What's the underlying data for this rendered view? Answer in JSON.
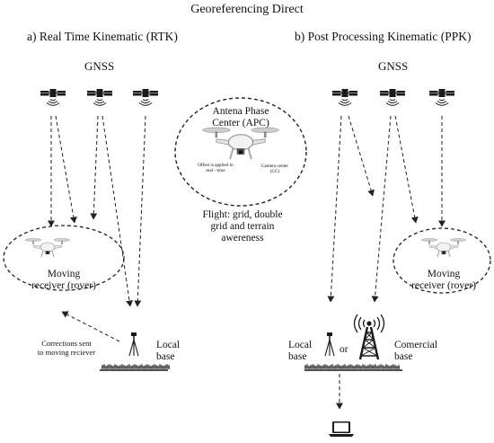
{
  "title": "Georeferencing Direct",
  "sections": {
    "rtk": {
      "title": "a) Real Time Kinematic (RTK)",
      "gnss_label": "GNSS",
      "rover_label": [
        "Moving",
        "receiver (rover)"
      ],
      "base_label": [
        "Local",
        "base"
      ],
      "corrections_label": [
        "Corrections sent",
        "to moving reciever"
      ]
    },
    "ppk": {
      "title": "b) Post Processing Kinematic (PPK)",
      "gnss_label": "GNSS",
      "rover_label": [
        "Moving",
        "receiver (rover)"
      ],
      "local_base_label": [
        "Local",
        "base"
      ],
      "or_label": "or",
      "commercial_base_label": [
        "Comercial",
        "base"
      ]
    }
  },
  "center": {
    "apc_label": [
      "Antena Phase",
      "Center (APC)"
    ],
    "offset_label": [
      "Offset is applied in",
      "real - time"
    ],
    "camera_label": [
      "Camera center",
      "(CC)"
    ],
    "flight_label": [
      "Flight: grid, double",
      "grid and terrain",
      "awereness"
    ]
  },
  "icons": [
    "satellite-icon",
    "drone-icon",
    "base-station-tripod-icon",
    "antenna-tower-icon",
    "laptop-icon",
    "ground-grass"
  ]
}
